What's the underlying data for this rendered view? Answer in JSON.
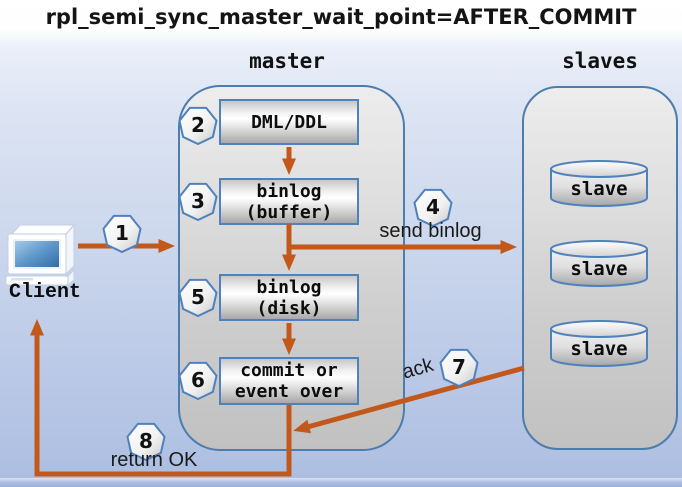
{
  "header": {
    "title": "rpl_semi_sync_master_wait_point=AFTER_COMMIT"
  },
  "master": {
    "label": "master",
    "boxes": [
      {
        "step": "2",
        "line1": "DML/DDL",
        "line2": ""
      },
      {
        "step": "3",
        "line1": "binlog",
        "line2": "(buffer)"
      },
      {
        "step": "5",
        "line1": "binlog",
        "line2": "(disk)"
      },
      {
        "step": "6",
        "line1": "commit or",
        "line2": "event over"
      }
    ]
  },
  "slaves": {
    "label": "slaves",
    "nodes": [
      "slave",
      "slave",
      "slave"
    ]
  },
  "client": {
    "label": "Client",
    "icon": "desktop-computer"
  },
  "steps": [
    "1",
    "2",
    "3",
    "4",
    "5",
    "6",
    "7",
    "8"
  ],
  "edges": {
    "send_binlog": "send binlog",
    "ack": "ack",
    "return_ok": "return OK"
  },
  "colors": {
    "arrow": "#c2591b",
    "container_border": "#4d7dad",
    "node_border": "#4f81bd",
    "background_blue": "#c3d0ea",
    "screen_blue": "#2e6ba5"
  }
}
